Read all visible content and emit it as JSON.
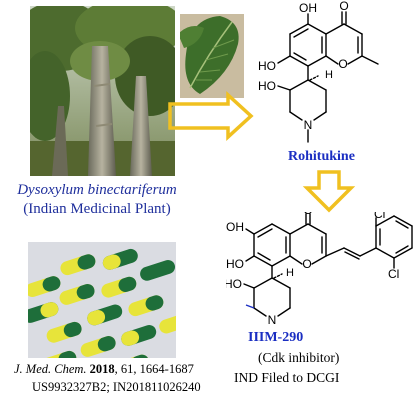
{
  "plant": {
    "name": "Dysoxylum binectariferum",
    "description": "(Indian Medicinal Plant)"
  },
  "compound1": {
    "name": "Rohitukine"
  },
  "compound2": {
    "name": "IIIM-290",
    "role": "(Cdk inhibitor)",
    "status": "IND Filed to DCGI"
  },
  "citation": {
    "journal": "J. Med. Chem.",
    "year": "2018",
    "details": ", 61, 1664-1687"
  },
  "patents": "US9932327B2; IN201811026240",
  "atoms": {
    "O": "O",
    "OH": "OH",
    "HO": "HO",
    "N": "N",
    "H": "H",
    "Cl": "Cl"
  },
  "colors": {
    "arrow": "#f0c020",
    "label_blue": "#1f2f9c",
    "compound_blue": "#1a2ec2"
  }
}
